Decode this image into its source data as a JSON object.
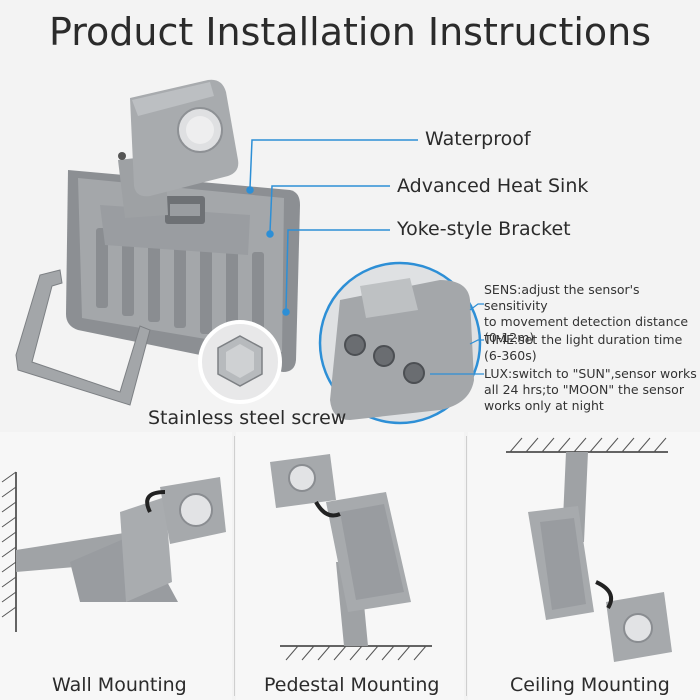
{
  "title": "Product Installation Instructions",
  "callouts": {
    "waterproof": "Waterproof",
    "heat_sink": "Advanced Heat Sink",
    "bracket": "Yoke-style Bracket",
    "screw": "Stainless steel screw"
  },
  "sensor": {
    "sens_line1": "SENS:adjust the sensor's sensitivity",
    "sens_line2": "to movement detection distance",
    "sens_line3": "(0-12m)",
    "time_line1": "TIME:set the light duration time",
    "time_line2": "(6-360s)",
    "lux_line1": "LUX:switch to \"SUN\",sensor works",
    "lux_line2": "all 24 hrs;to \"MOON\" the sensor",
    "lux_line3": "works only at night"
  },
  "mounting": {
    "wall": "Wall Mounting",
    "pedestal": "Pedestal Mounting",
    "ceiling": "Ceiling Mounting"
  },
  "colors": {
    "accent": "#2d8fd6",
    "housing": "#9ea1a4",
    "housing_dark": "#6f7276",
    "text": "#2b2b2b"
  }
}
